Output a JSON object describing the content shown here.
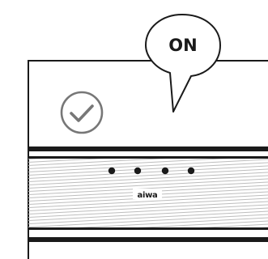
{
  "bubble": {
    "label": "ON"
  },
  "speaker": {
    "brand": "aiwa",
    "indicator_dots": 4,
    "status_icon": "check-circle-icon"
  },
  "colors": {
    "outline": "#1a1a1a",
    "icon": "#777777",
    "grille_lines": "#bdbdbd",
    "background": "#ffffff"
  }
}
